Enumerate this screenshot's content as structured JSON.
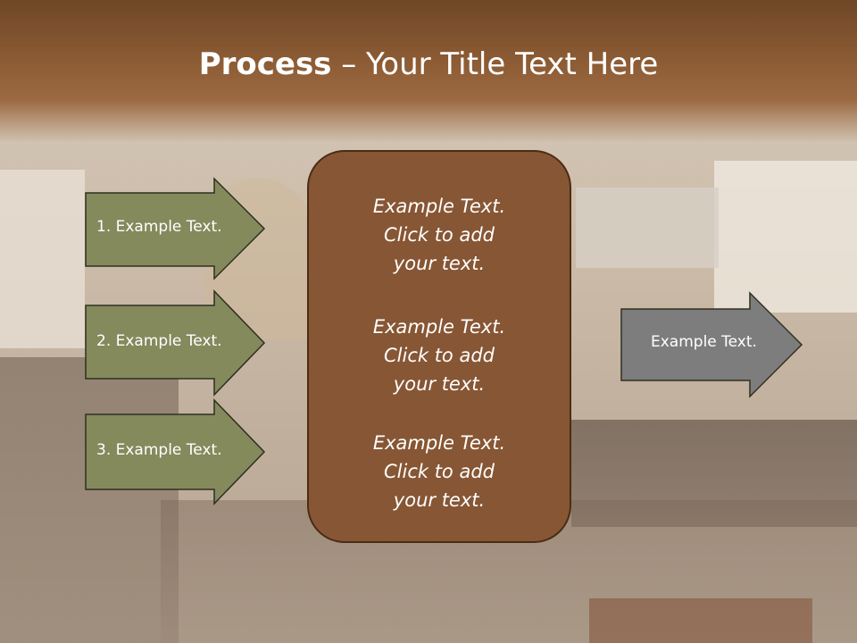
{
  "slide": {
    "title_bold": "Process",
    "title_rest": " – Your Title Text Here",
    "left_steps": [
      {
        "label": "1. Example Text."
      },
      {
        "label": "2. Example Text."
      },
      {
        "label": "3. Example Text."
      }
    ],
    "center_blocks": [
      {
        "line1": "Example Text.",
        "line2": "Click  to add",
        "line3": "your text."
      },
      {
        "line1": "Example Text.",
        "line2": "Click  to add",
        "line3": "your text."
      },
      {
        "line1": "Example Text.",
        "line2": "Click  to add",
        "line3": "your text."
      }
    ],
    "right_result": {
      "label": "Example Text."
    }
  },
  "colors": {
    "title_band": "#8a5a33",
    "center_box": "#875634",
    "left_arrow_fill": "#858a5c",
    "right_arrow_fill": "#7d7d7d",
    "arrow_stroke": "#2f3020"
  }
}
